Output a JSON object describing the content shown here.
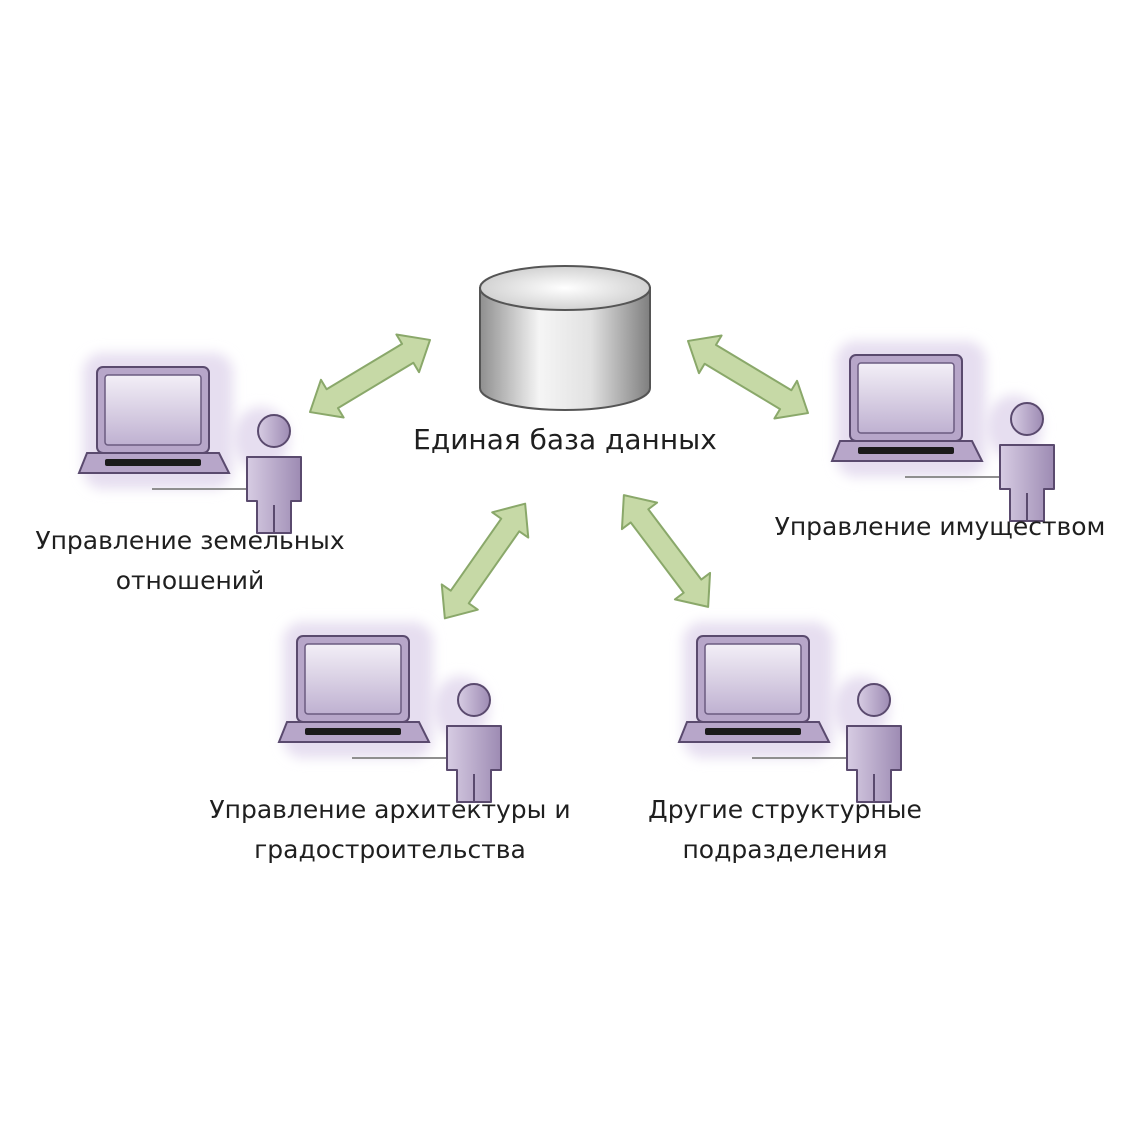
{
  "database": {
    "label": "Единая база данных",
    "icon": "database-cylinder-icon"
  },
  "nodes": [
    {
      "id": "land",
      "lines": [
        "Управление земельных",
        "отношений"
      ],
      "icon": "laptop-user-icon"
    },
    {
      "id": "property",
      "lines": [
        "Управление имуществом"
      ],
      "icon": "laptop-user-icon"
    },
    {
      "id": "architecture",
      "lines": [
        "Управление архитектуры и",
        "градостроительства"
      ],
      "icon": "laptop-user-icon"
    },
    {
      "id": "other",
      "lines": [
        "Другие структурные",
        "подразделения"
      ],
      "icon": "laptop-user-icon"
    }
  ],
  "connector": {
    "type": "bidirectional-arrow",
    "icon": "double-arrow-icon"
  },
  "colors": {
    "arrow_fill": "#c6d9a6",
    "arrow_stroke": "#8aa86a",
    "workstation_fill": "#b7a6c9",
    "workstation_stroke": "#5a4a6e",
    "workstation_glow": "#e6def0",
    "cylinder_light": "#f5f5f5",
    "cylinder_dark": "#8f8f8f",
    "text": "#1f1f1f"
  }
}
